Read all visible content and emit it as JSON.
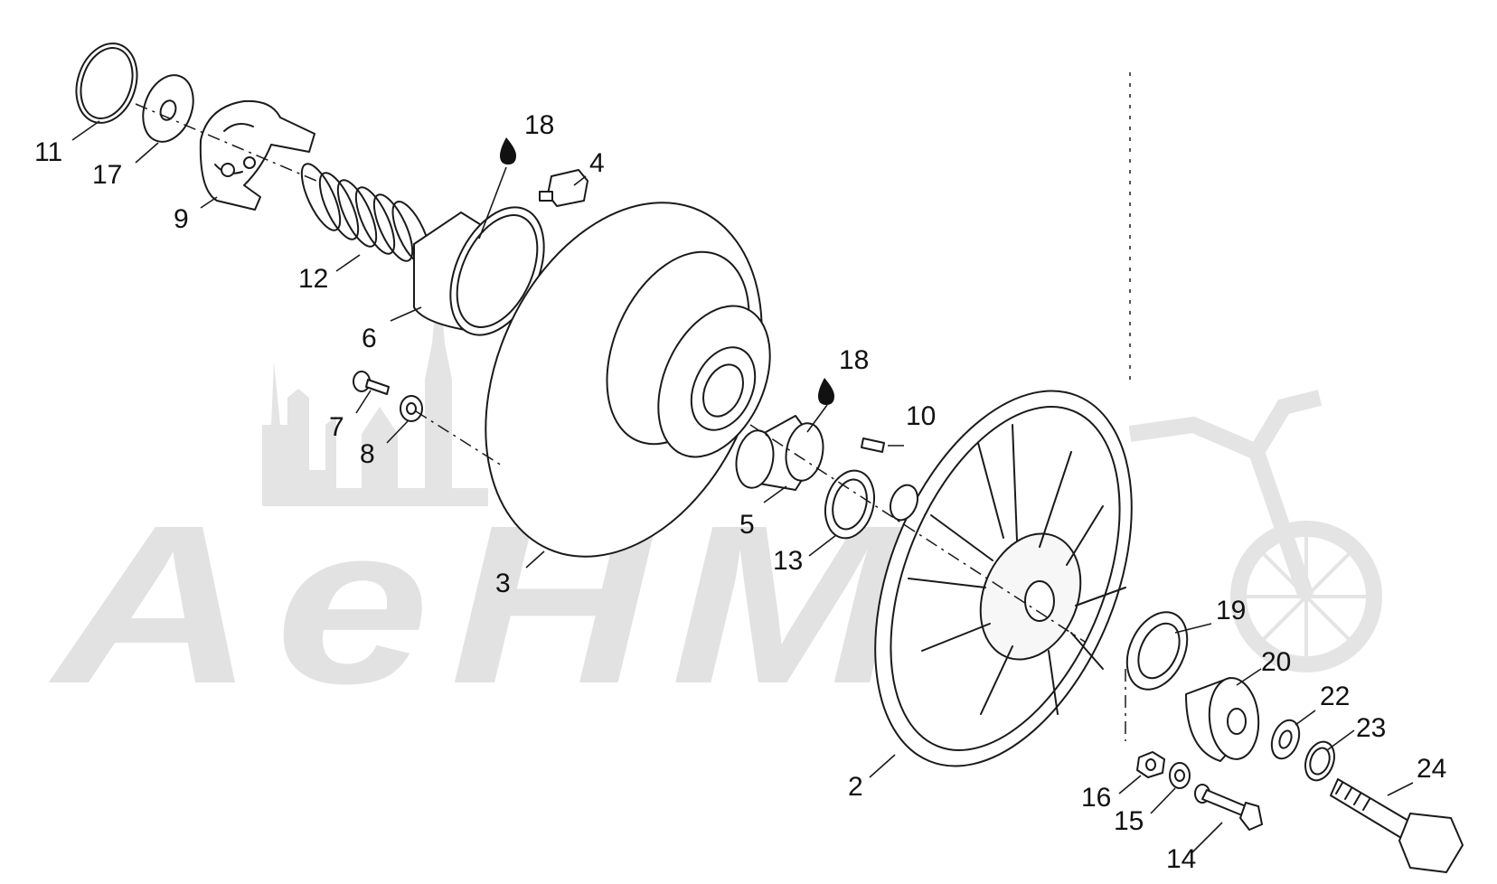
{
  "watermark": {
    "text": "AeHM",
    "color": "#e2e2e2"
  },
  "colors": {
    "line": "#1a1a1a",
    "fill": "#ffffff",
    "shade": "#f1f1f1"
  },
  "symbols": {
    "grease": "grease-drop-icon"
  },
  "callouts": [
    {
      "id": "p1",
      "label": "11"
    },
    {
      "id": "p2",
      "label": "17"
    },
    {
      "id": "p3",
      "label": "9"
    },
    {
      "id": "p4",
      "label": "18"
    },
    {
      "id": "p5",
      "label": "4"
    },
    {
      "id": "p6",
      "label": "12"
    },
    {
      "id": "p7",
      "label": "6"
    },
    {
      "id": "p8",
      "label": "7"
    },
    {
      "id": "p9",
      "label": "8"
    },
    {
      "id": "p10",
      "label": "18"
    },
    {
      "id": "p11",
      "label": "10"
    },
    {
      "id": "p12",
      "label": "5"
    },
    {
      "id": "p13",
      "label": "13"
    },
    {
      "id": "p14",
      "label": "3"
    },
    {
      "id": "p15",
      "label": "19"
    },
    {
      "id": "p16",
      "label": "20"
    },
    {
      "id": "p17",
      "label": "22"
    },
    {
      "id": "p18",
      "label": "23"
    },
    {
      "id": "p19",
      "label": "24"
    },
    {
      "id": "p20",
      "label": "2"
    },
    {
      "id": "p21",
      "label": "16"
    },
    {
      "id": "p22",
      "label": "15"
    },
    {
      "id": "p23",
      "label": "14"
    }
  ]
}
